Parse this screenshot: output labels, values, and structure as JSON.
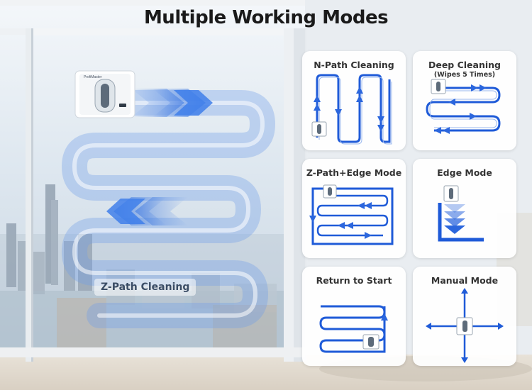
{
  "headline": "Multiple Working Modes",
  "main_path_label": "Z-Path Cleaning",
  "robot_brand": "ProfiMaster",
  "accent_color": "#1f5bd8",
  "modes": [
    {
      "title": "N-Path Cleaning",
      "subtitle": ""
    },
    {
      "title": "Deep Cleaning",
      "subtitle": "(Wipes 5 Times)"
    },
    {
      "title": "Z-Path+Edge Mode",
      "subtitle": ""
    },
    {
      "title": "Edge Mode",
      "subtitle": ""
    },
    {
      "title": "Return to Start",
      "subtitle": ""
    },
    {
      "title": "Manual Mode",
      "subtitle": ""
    }
  ]
}
